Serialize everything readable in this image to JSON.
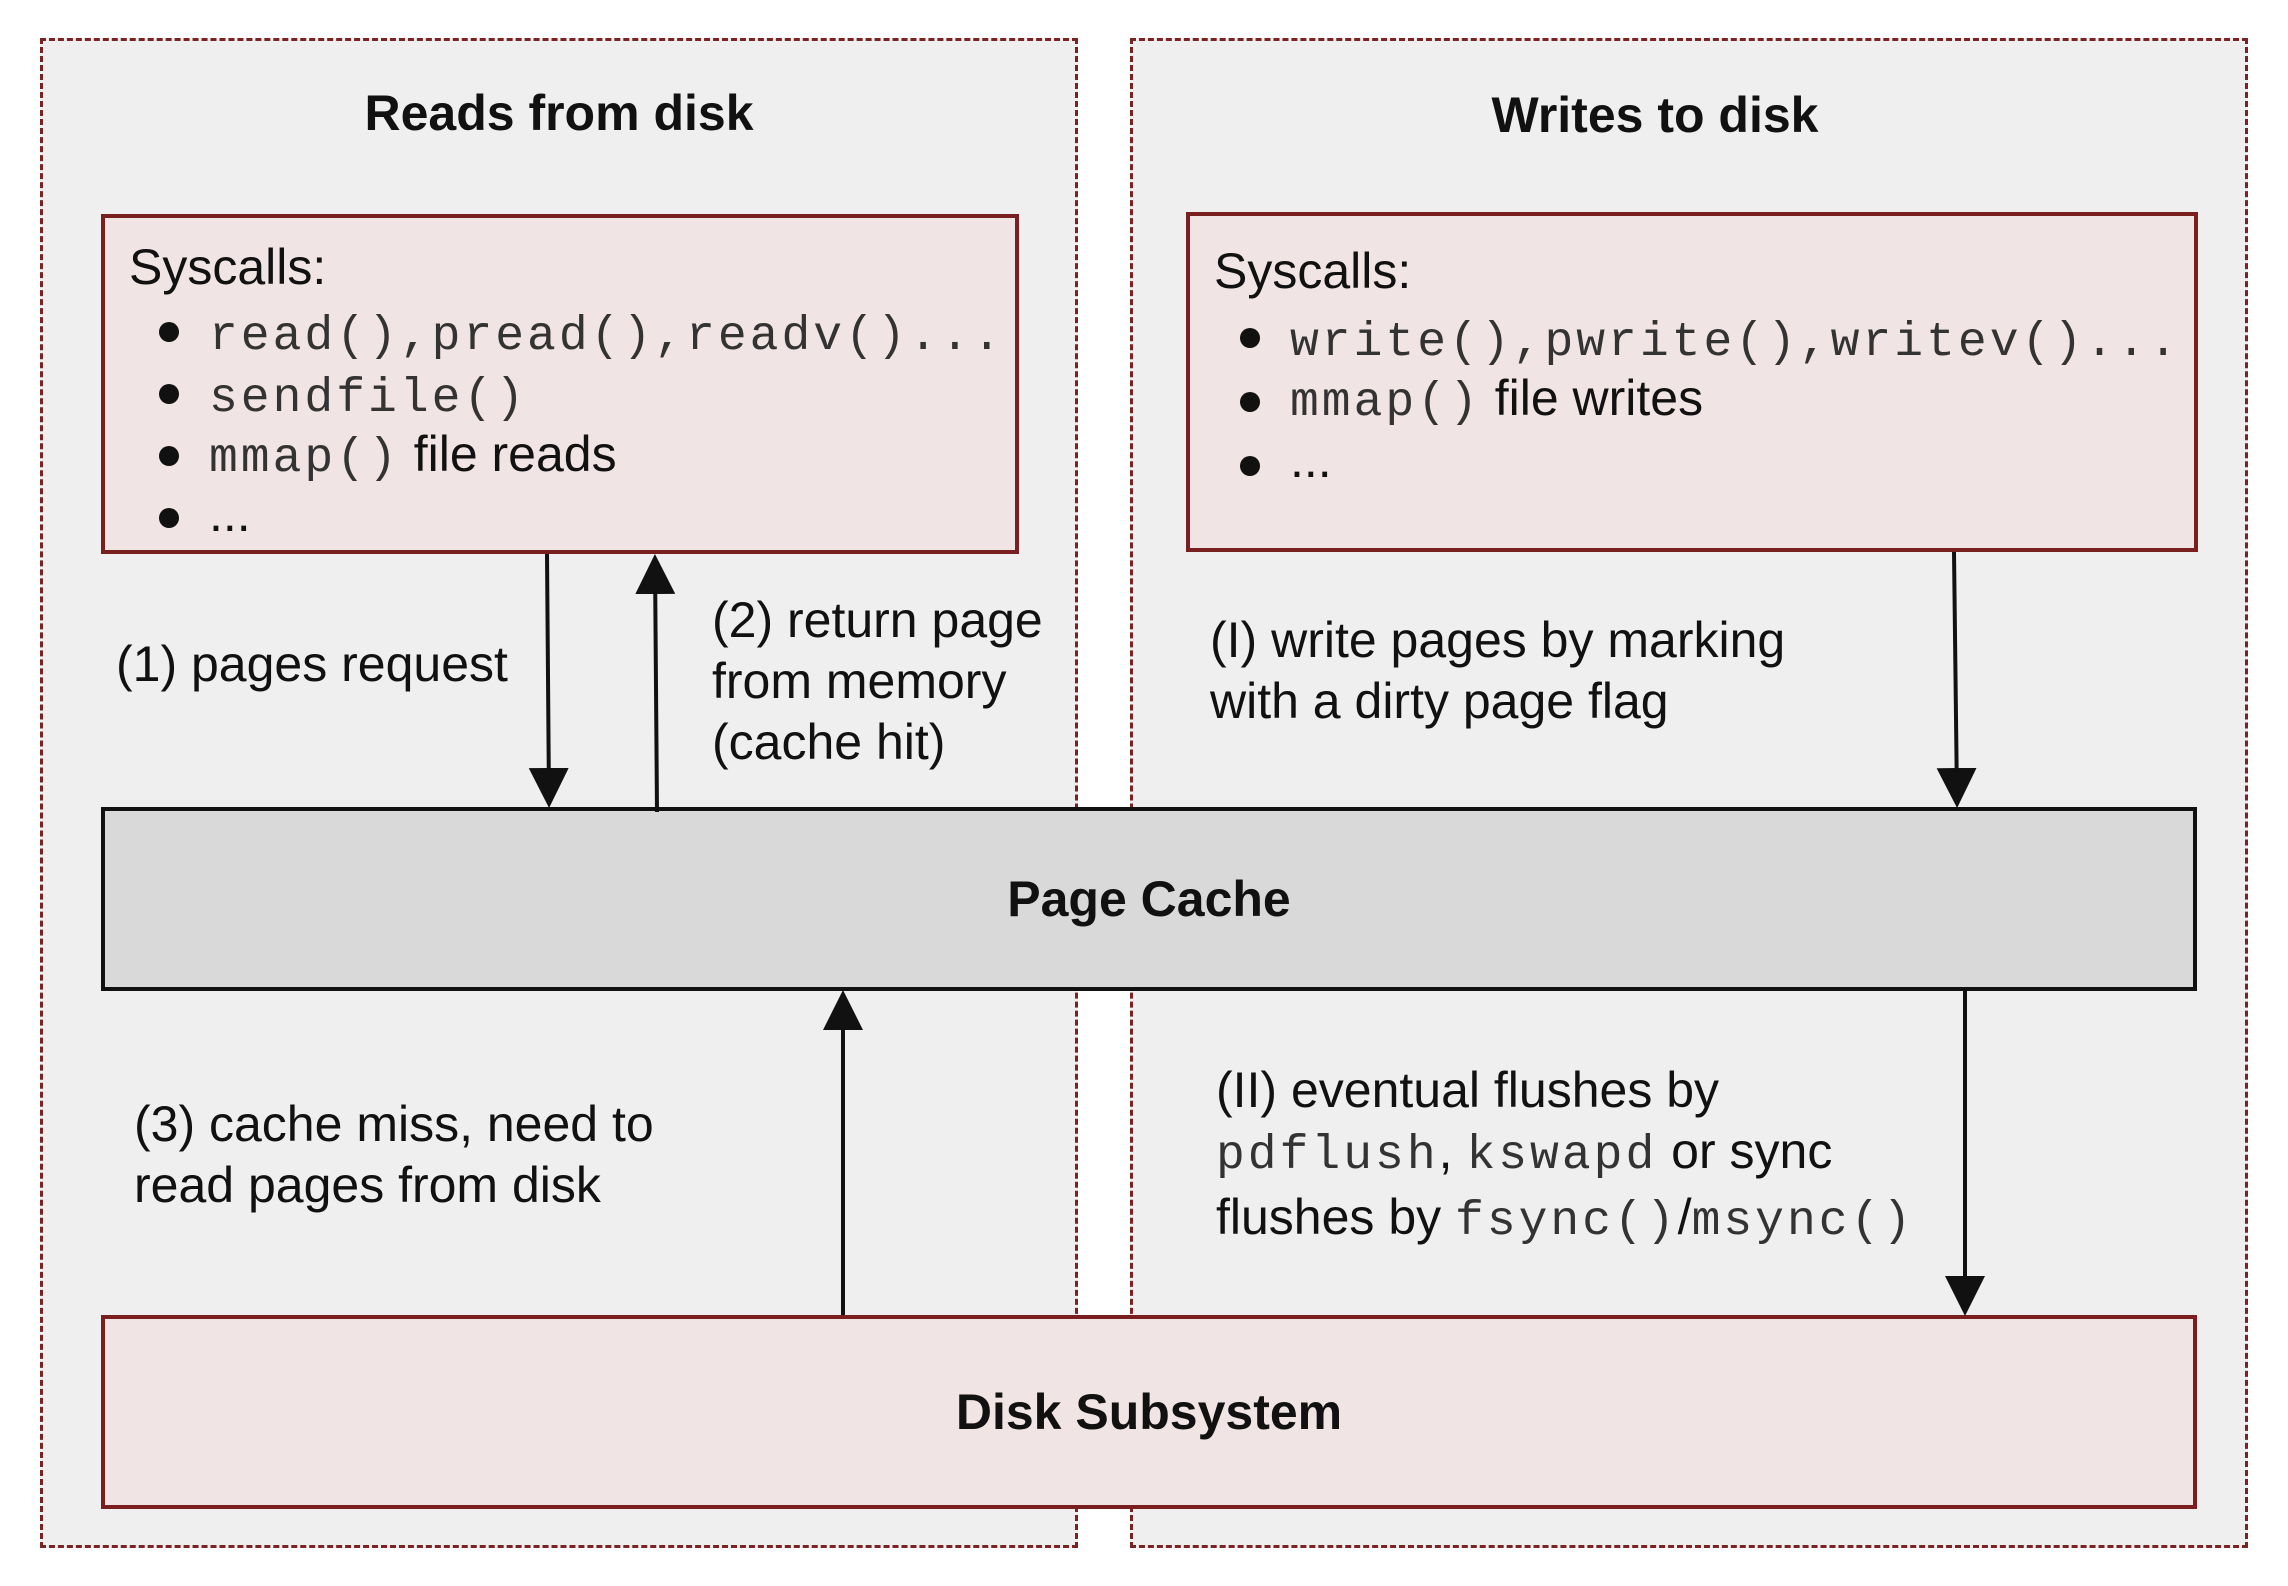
{
  "reads_panel": {
    "title": "Reads from disk",
    "syscalls_heading": "Syscalls:",
    "items": [
      {
        "mono": "read(),pread(),readv()...",
        "text": ""
      },
      {
        "mono": "sendfile()",
        "text": ""
      },
      {
        "mono": "mmap()",
        "text": " file reads"
      },
      {
        "mono": "",
        "text": "..."
      }
    ]
  },
  "writes_panel": {
    "title": "Writes to disk",
    "syscalls_heading": "Syscalls:",
    "items": [
      {
        "mono": "write(),pwrite(),writev()...",
        "text": ""
      },
      {
        "mono": "mmap()",
        "text": " file writes"
      },
      {
        "mono": "",
        "text": "..."
      }
    ]
  },
  "page_cache": {
    "label": "Page Cache"
  },
  "disk_subsystem": {
    "label": "Disk Subsystem"
  },
  "notes": {
    "pages_request": "(1) pages request",
    "return_page": [
      "(2) return page",
      "from memory",
      "(cache hit)"
    ],
    "cache_miss": [
      "(3) cache miss, need to",
      "read pages from disk"
    ],
    "write_pages": [
      "(I) write pages by marking",
      "with a dirty page flag"
    ],
    "flushes": {
      "line1": "(II) eventual flushes by",
      "line2_mono1": "pdflush",
      "line2_sep": ", ",
      "line2_mono2": "kswapd",
      "line2_text": " or sync",
      "line3_text": "flushes by ",
      "line3_mono1": "fsync()",
      "line3_sep": "/",
      "line3_mono2": "msync()"
    }
  },
  "colors": {
    "panel_bg": "#efefef",
    "dashed_border": "#7a2323",
    "syscall_bg": "#f0e4e4",
    "syscall_border": "#7a1f1f",
    "cache_bg": "#d9d9d9"
  }
}
